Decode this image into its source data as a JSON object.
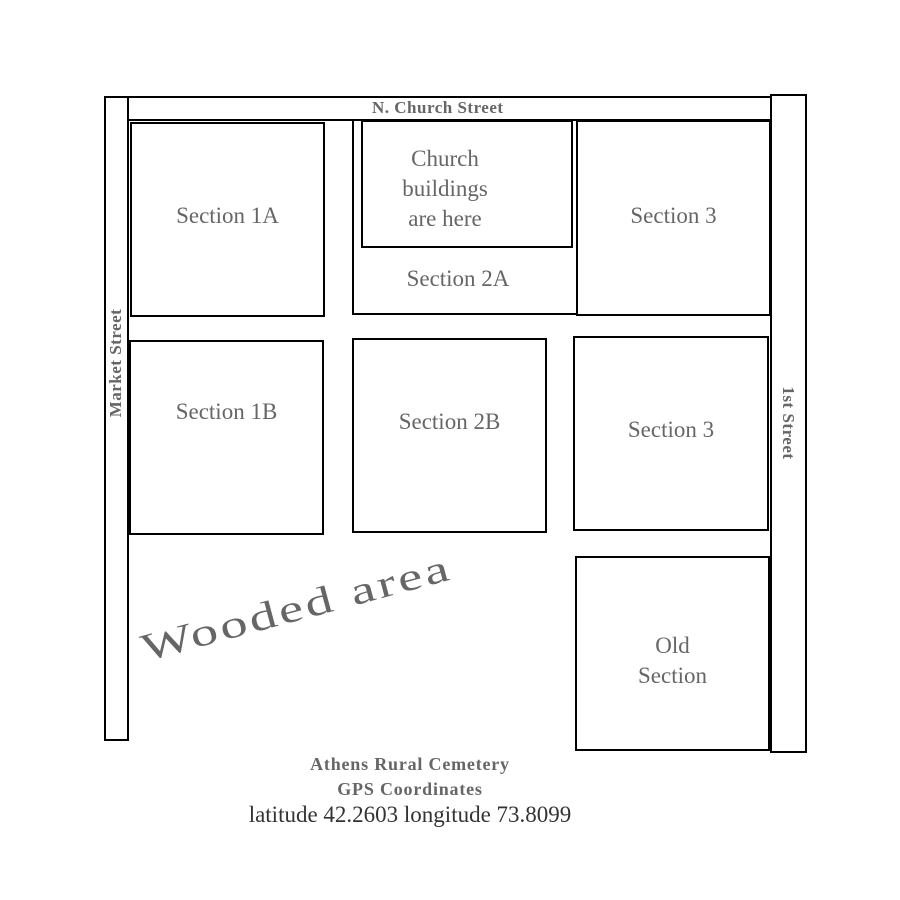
{
  "streets": {
    "north": "N. Church Street",
    "west": "Market Street",
    "east": "1st Street"
  },
  "sections": {
    "s1a": "Section 1A",
    "church": "Church buildings are here",
    "s2a": "Section 2A",
    "s3_top": "Section 3",
    "s1b": "Section 1B",
    "s2b": "Section 2B",
    "s3_mid": "Section 3",
    "old": "Old Section"
  },
  "wooded": "Wooded area",
  "footer": {
    "title": "Athens Rural Cemetery",
    "subtitle": "GPS Coordinates",
    "coords": "latitude 42.2603 longitude 73.8099"
  }
}
